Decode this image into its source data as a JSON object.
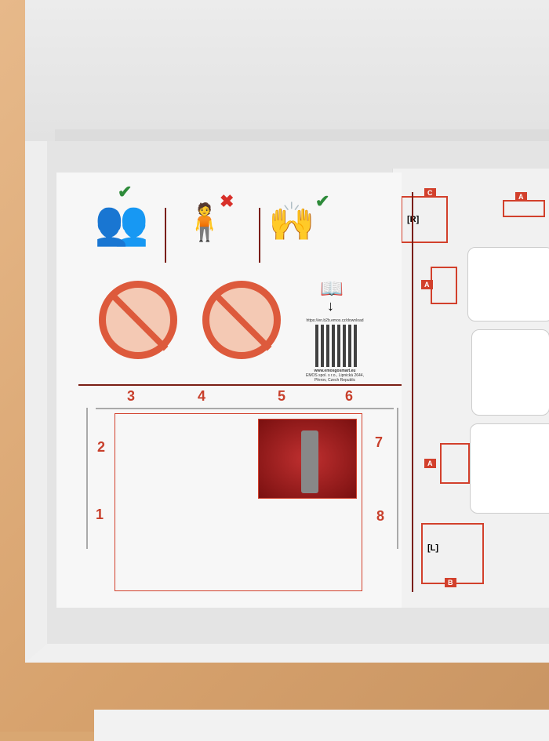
{
  "manual": {
    "qr_url": "https://en.b2b.emos.cz/download",
    "website": "www.emosgosmart.eu",
    "company": "EMOS spol. s r.o., Lipnická 2644,",
    "address": "Přerov, Czech Republic",
    "steps": [
      "3",
      "4",
      "5",
      "6",
      "2",
      "7",
      "1",
      "8"
    ],
    "labels": {
      "a": "A",
      "b": "B",
      "c": "C",
      "r": "[R]",
      "l": "[L]"
    }
  }
}
